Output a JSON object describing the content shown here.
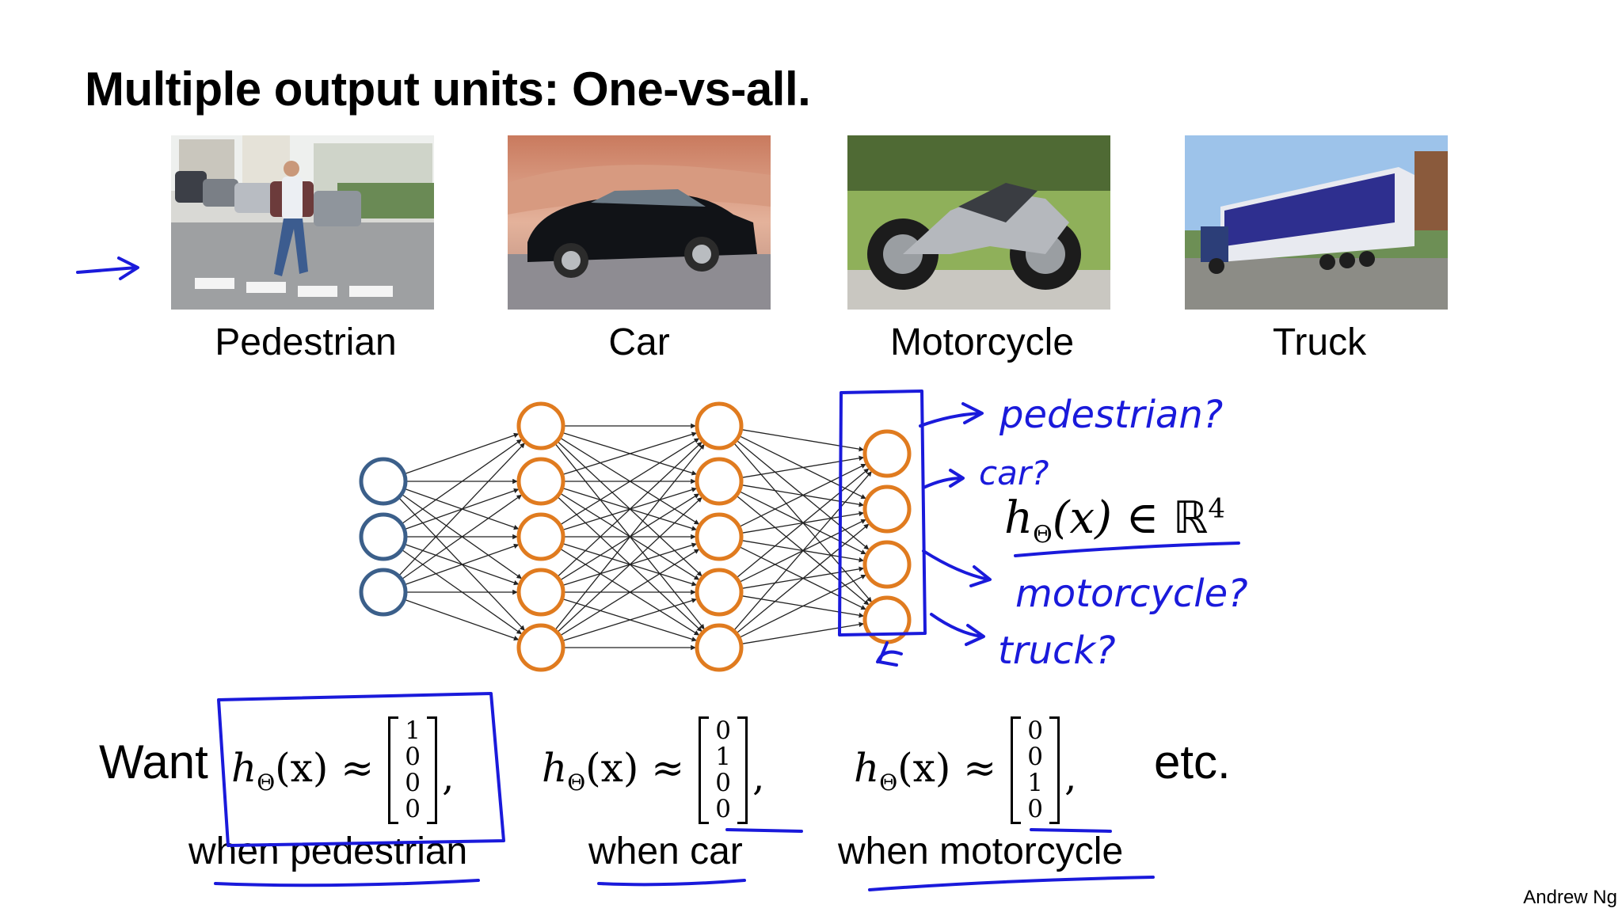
{
  "title": "Multiple output units: One-vs-all.",
  "classes": [
    {
      "label": "Pedestrian"
    },
    {
      "label": "Car"
    },
    {
      "label": "Motorcycle"
    },
    {
      "label": "Truck"
    }
  ],
  "network": {
    "layer_sizes": [
      3,
      5,
      5,
      4
    ],
    "input_color": "#3b5f8a",
    "hidden_color": "#e07b1f"
  },
  "annotations": {
    "pedestrian": "pedestrian?",
    "car": "car?",
    "motorcycle": "motorcycle?",
    "truck": "truck?",
    "ink_color": "#1a1adb"
  },
  "output_space": {
    "h": "h",
    "sub": "Θ",
    "arg": "(x)",
    "in": "∈",
    "set": "ℝ",
    "dim": "4"
  },
  "want_label": "Want",
  "hypothesis": {
    "h": "h",
    "sub": "Θ",
    "arg": "(x) ≈"
  },
  "vectors": [
    {
      "values": [
        "1",
        "0",
        "0",
        "0"
      ],
      "caption": "when pedestrian"
    },
    {
      "values": [
        "0",
        "1",
        "0",
        "0"
      ],
      "caption": "when car"
    },
    {
      "values": [
        "0",
        "0",
        "1",
        "0"
      ],
      "caption": "when motorcycle"
    }
  ],
  "comma": ",",
  "etc_label": "etc.",
  "credit": "Andrew Ng"
}
